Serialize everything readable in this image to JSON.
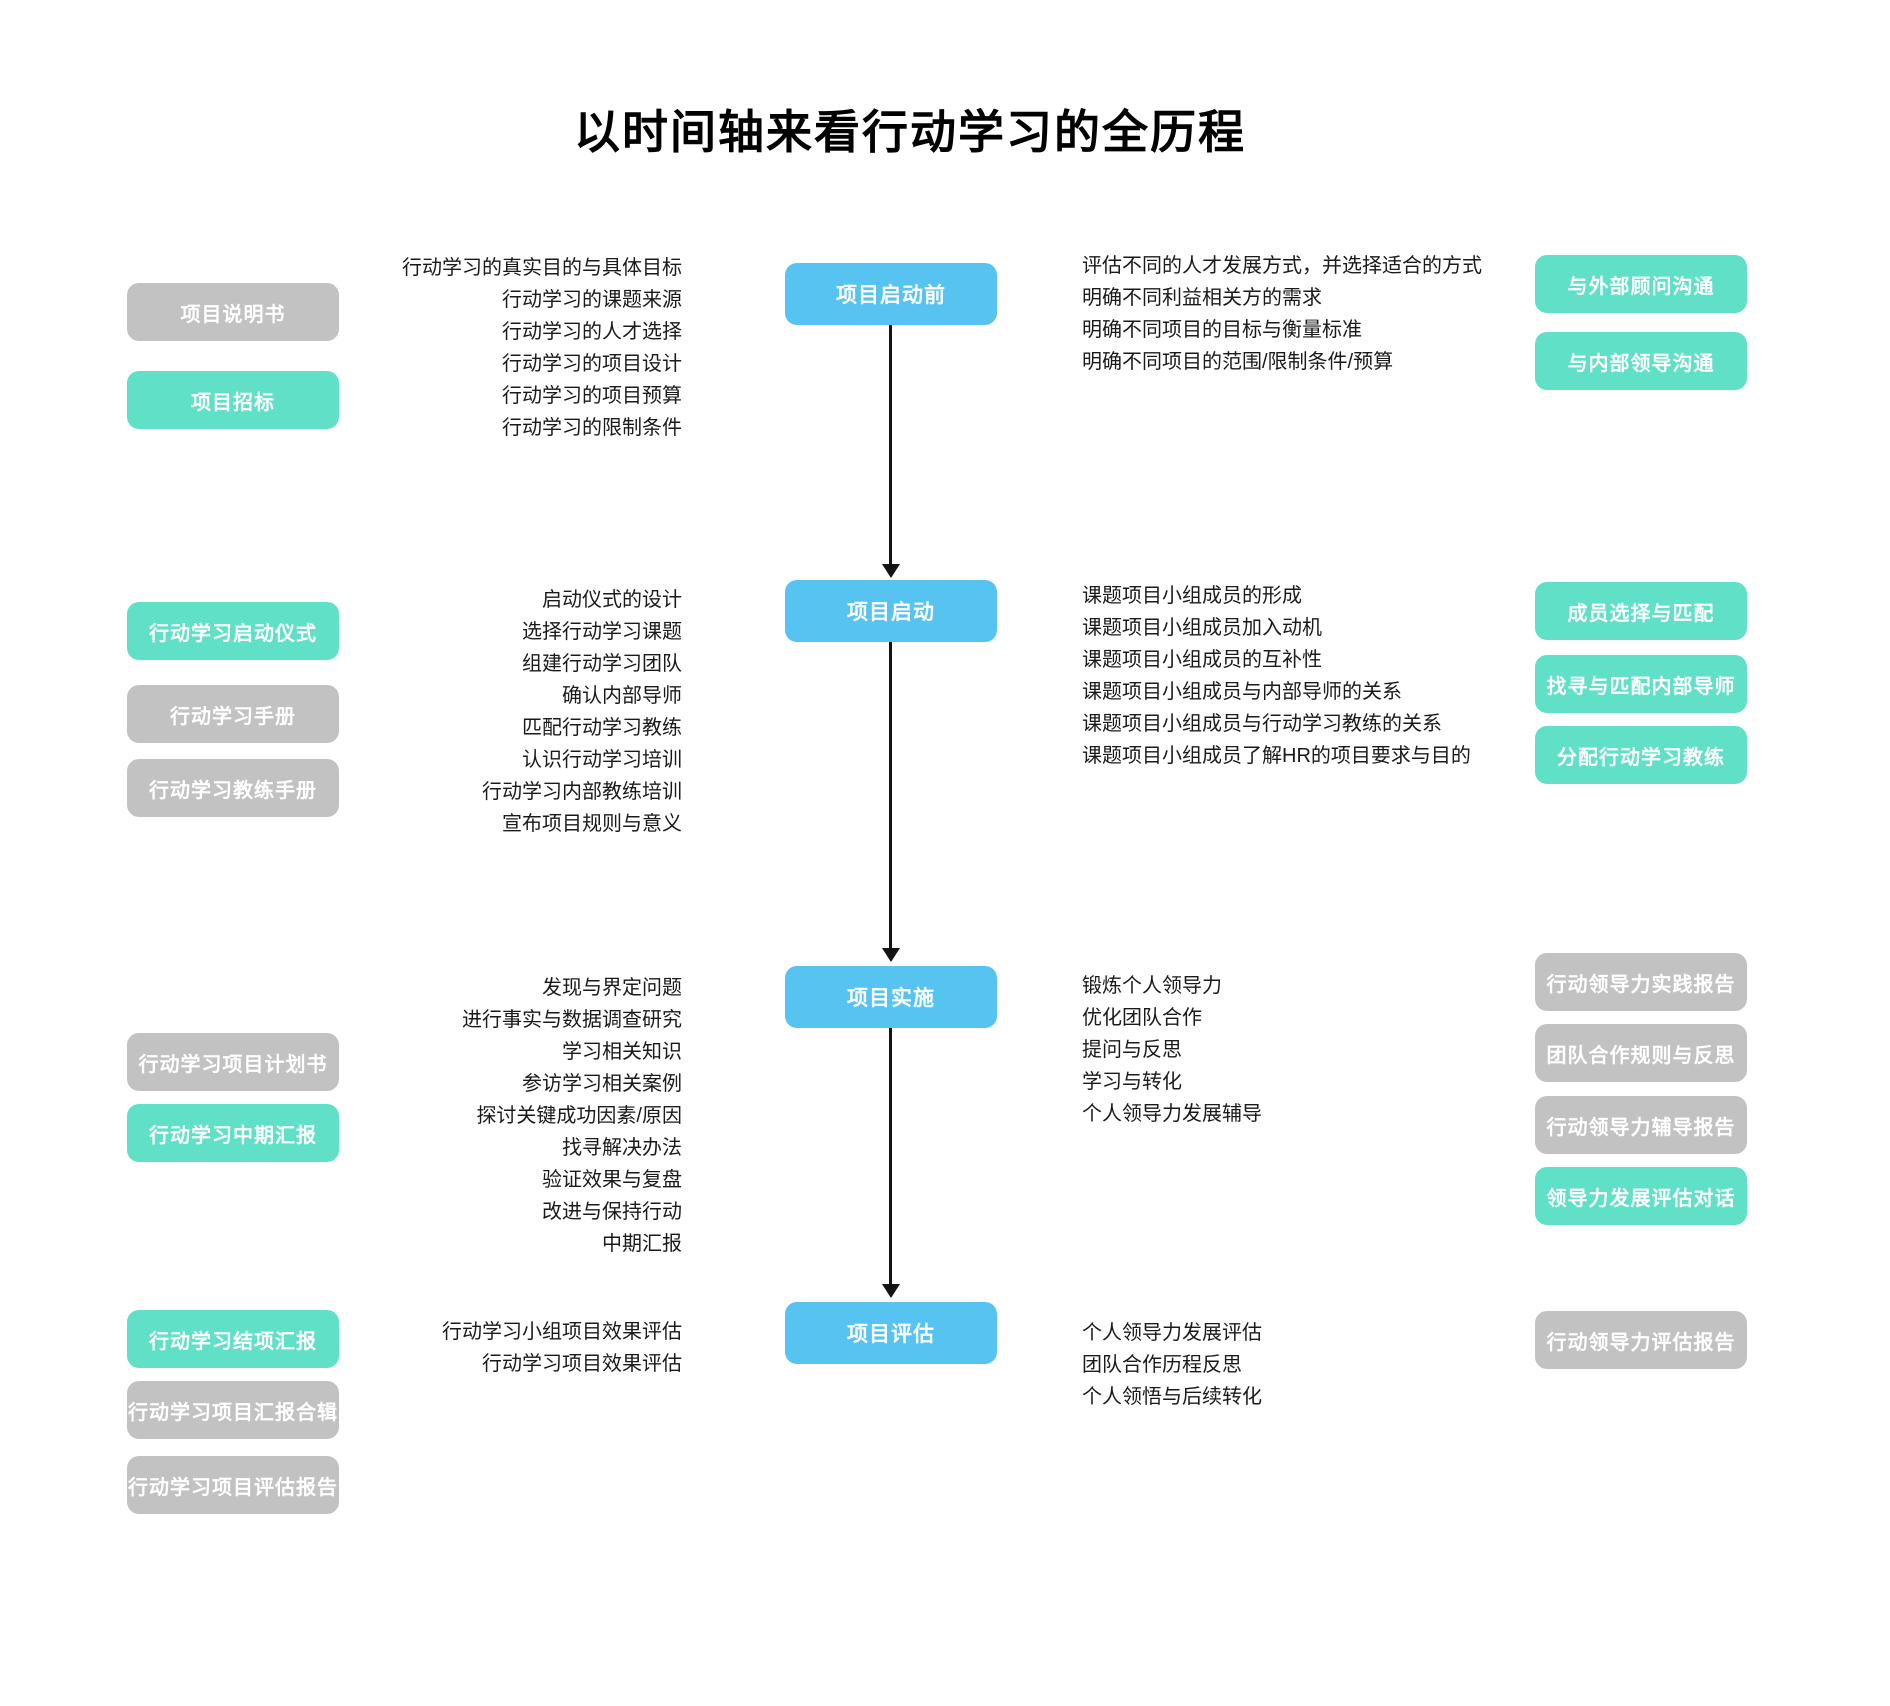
{
  "title": "以时间轴来看行动学习的全历程",
  "colors": {
    "node_blue": "#57C3F1",
    "accent_teal": "#5FE0C7",
    "neutral_gray": "#C2C2C2",
    "text_dark": "#1A1A1A",
    "arrow_black": "#141414",
    "button_text": "#FFFFFF",
    "background": "#FFFFFF"
  },
  "stages": [
    {
      "node": "项目启动前",
      "left_buttons": [
        {
          "label": "项目说明书",
          "variant": "gray"
        },
        {
          "label": "项目招标",
          "variant": "teal"
        }
      ],
      "left_notes": [
        "行动学习的真实目的与具体目标",
        "行动学习的课题来源",
        "行动学习的人才选择",
        "行动学习的项目设计",
        "行动学习的项目预算",
        "行动学习的限制条件"
      ],
      "right_notes": [
        "评估不同的人才发展方式，并选择适合的方式",
        "明确不同利益相关方的需求",
        "明确不同项目的目标与衡量标准",
        "明确不同项目的范围/限制条件/预算"
      ],
      "right_buttons": [
        {
          "label": "与外部顾问沟通",
          "variant": "teal"
        },
        {
          "label": "与内部领导沟通",
          "variant": "teal"
        }
      ]
    },
    {
      "node": "项目启动",
      "left_buttons": [
        {
          "label": "行动学习启动仪式",
          "variant": "teal"
        },
        {
          "label": "行动学习手册",
          "variant": "gray"
        },
        {
          "label": "行动学习教练手册",
          "variant": "gray"
        }
      ],
      "left_notes": [
        "启动仪式的设计",
        "选择行动学习课题",
        "组建行动学习团队",
        "确认内部导师",
        "匹配行动学习教练",
        "认识行动学习培训",
        "行动学习内部教练培训",
        "宣布项目规则与意义"
      ],
      "right_notes": [
        "课题项目小组成员的形成",
        "课题项目小组成员加入动机",
        "课题项目小组成员的互补性",
        "课题项目小组成员与内部导师的关系",
        "课题项目小组成员与行动学习教练的关系",
        "课题项目小组成员了解HR的项目要求与目的"
      ],
      "right_buttons": [
        {
          "label": "成员选择与匹配",
          "variant": "teal"
        },
        {
          "label": "找寻与匹配内部导师",
          "variant": "teal"
        },
        {
          "label": "分配行动学习教练",
          "variant": "teal"
        }
      ]
    },
    {
      "node": "项目实施",
      "left_buttons": [
        {
          "label": "行动学习项目计划书",
          "variant": "gray"
        },
        {
          "label": "行动学习中期汇报",
          "variant": "teal"
        }
      ],
      "left_notes": [
        "发现与界定问题",
        "进行事实与数据调查研究",
        "学习相关知识",
        "参访学习相关案例",
        "探讨关键成功因素/原因",
        "找寻解决办法",
        "验证效果与复盘",
        "改进与保持行动",
        "中期汇报"
      ],
      "right_notes": [
        "锻炼个人领导力",
        "优化团队合作",
        "提问与反思",
        "学习与转化",
        "个人领导力发展辅导"
      ],
      "right_buttons": [
        {
          "label": "行动领导力实践报告",
          "variant": "gray"
        },
        {
          "label": "团队合作规则与反思",
          "variant": "gray"
        },
        {
          "label": "行动领导力辅导报告",
          "variant": "gray"
        },
        {
          "label": "领导力发展评估对话",
          "variant": "teal"
        }
      ]
    },
    {
      "node": "项目评估",
      "left_buttons": [
        {
          "label": "行动学习结项汇报",
          "variant": "teal"
        },
        {
          "label": "行动学习项目汇报合辑",
          "variant": "gray"
        },
        {
          "label": "行动学习项目评估报告",
          "variant": "gray"
        }
      ],
      "left_notes": [
        "行动学习小组项目效果评估",
        "行动学习项目效果评估"
      ],
      "right_notes": [
        "个人领导力发展评估",
        "团队合作历程反思",
        "个人领悟与后续转化"
      ],
      "right_buttons": [
        {
          "label": "行动领导力评估报告",
          "variant": "gray"
        }
      ]
    }
  ]
}
